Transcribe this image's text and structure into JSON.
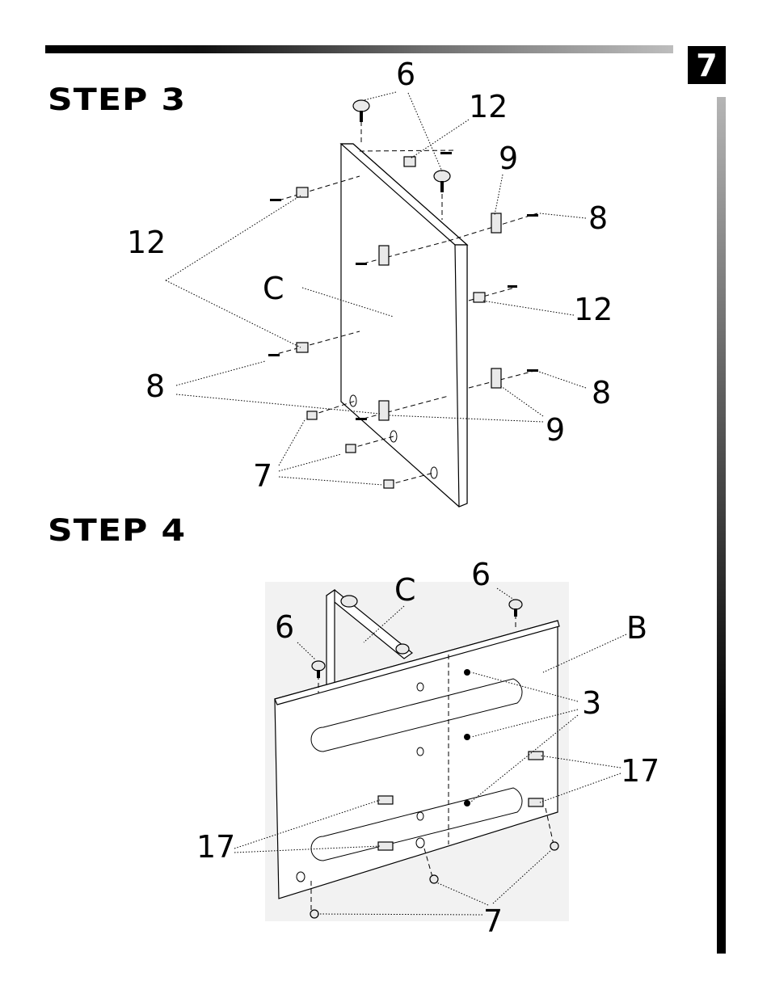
{
  "page": {
    "number": "7"
  },
  "step3": {
    "title": "STEP 3",
    "labels": {
      "c": "C",
      "l6": "6",
      "l12_top": "12",
      "l9_top": "9",
      "l8_right_top": "8",
      "l12_left": "12",
      "l12_right": "12",
      "l8_left": "8",
      "l8_right_bottom": "8",
      "l9_bottom": "9",
      "l7": "7"
    }
  },
  "step4": {
    "title": "STEP 4",
    "labels": {
      "c": "C",
      "l6_top": "6",
      "l6_left": "6",
      "b": "B",
      "l3": "3",
      "l17_right": "17",
      "l17_left": "17",
      "l7": "7"
    }
  }
}
